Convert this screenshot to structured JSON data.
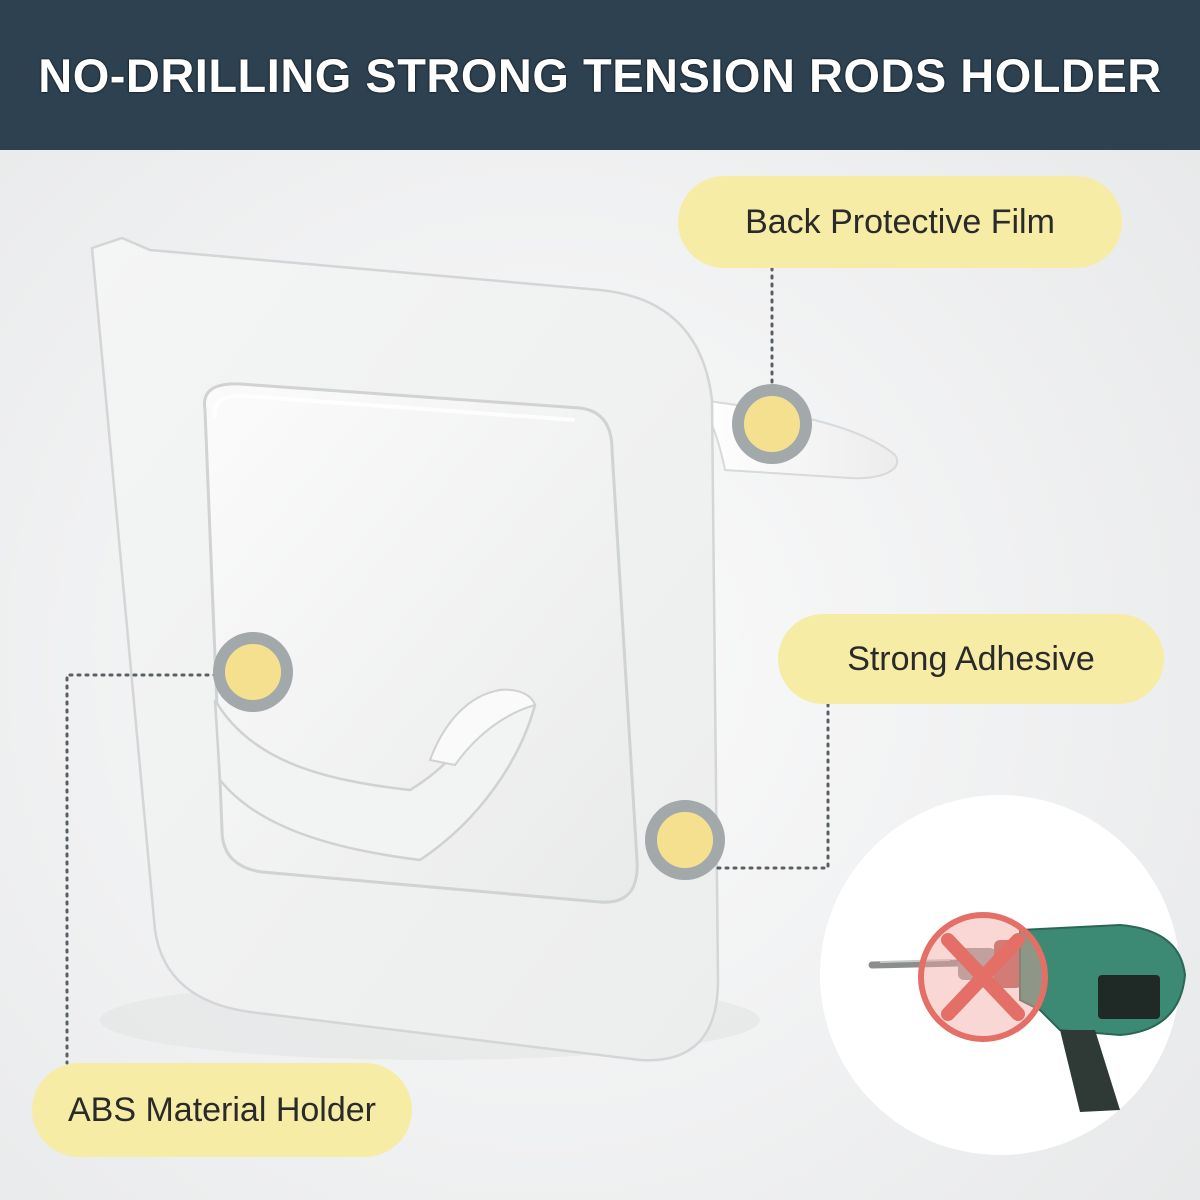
{
  "header": {
    "title": "NO-DRILLING STRONG TENSION RODS HOLDER"
  },
  "callouts": {
    "film": {
      "label": "Back Protective Film"
    },
    "adhesive": {
      "label": "Strong Adhesive"
    },
    "abs": {
      "label": "ABS Material Holder"
    }
  },
  "icons": {
    "marker": "callout-dot-icon",
    "no_drill": "no-drilling-icon"
  },
  "colors": {
    "header_bg": "#2d4150",
    "pill_bg": "#f7eca6",
    "marker_ring": "#a3a8ab",
    "marker_fill": "#f4e08f",
    "prohibit": "#e46f66",
    "drill_body": "#3c8a73"
  }
}
